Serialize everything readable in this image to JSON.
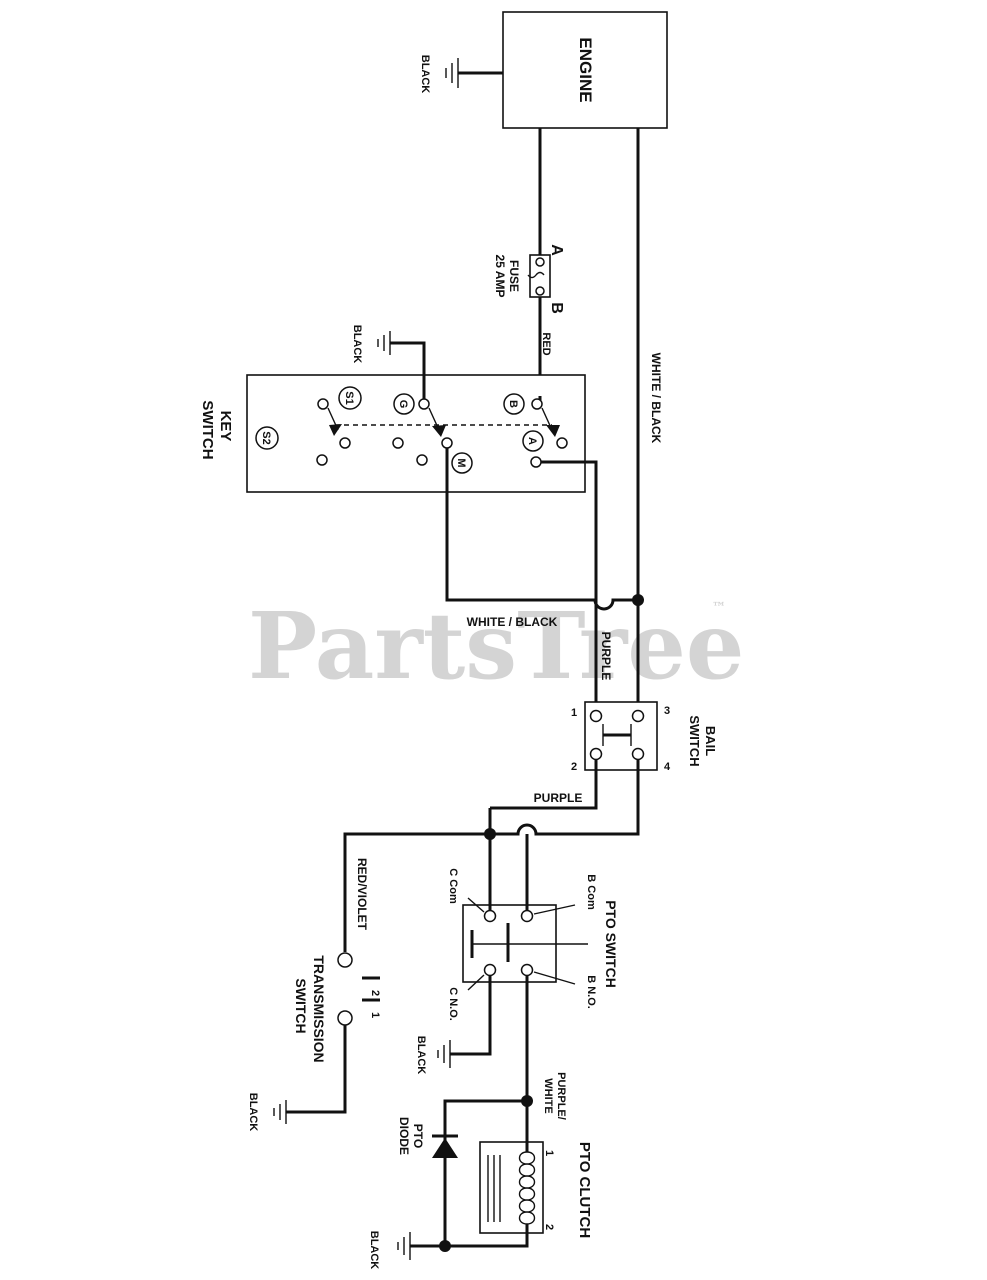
{
  "watermark": {
    "text": "PartsTree",
    "tm": "™"
  },
  "components": {
    "engine": "ENGINE",
    "key_switch": [
      "KEY",
      "SWITCH"
    ],
    "bail_switch": [
      "BAIL",
      "SWITCH"
    ],
    "pto_switch": "PTO SWITCH",
    "transmission_switch": [
      "TRANSMISSION",
      "SWITCH"
    ],
    "pto_clutch": "PTO CLUTCH",
    "pto_diode": [
      "PTO",
      "DIODE"
    ],
    "fuse": [
      "FUSE",
      "25 AMP"
    ]
  },
  "fuse_terminals": {
    "a": "A",
    "b": "B"
  },
  "key_terminals": {
    "s1": "S1",
    "s2": "S2",
    "g": "G",
    "b": "B",
    "a": "A",
    "m": "M"
  },
  "bail_terminals": {
    "t1": "1",
    "t2": "2",
    "t3": "3",
    "t4": "4"
  },
  "pto_terminals": {
    "c_com": "C Com",
    "c_no": "C N.O.",
    "b_com": "B Com",
    "b_no": "B N.O."
  },
  "trans_terminals": {
    "t1": "1",
    "t2": "2"
  },
  "clutch_terminals": {
    "t1": "1",
    "t2": "2"
  },
  "wires": {
    "black": "BLACK",
    "red": "RED",
    "white_black": "WHITE / BLACK",
    "purple": "PURPLE",
    "red_violet": "RED/VIOLET",
    "purple_white": [
      "PURPLE/",
      "WHITE"
    ]
  }
}
